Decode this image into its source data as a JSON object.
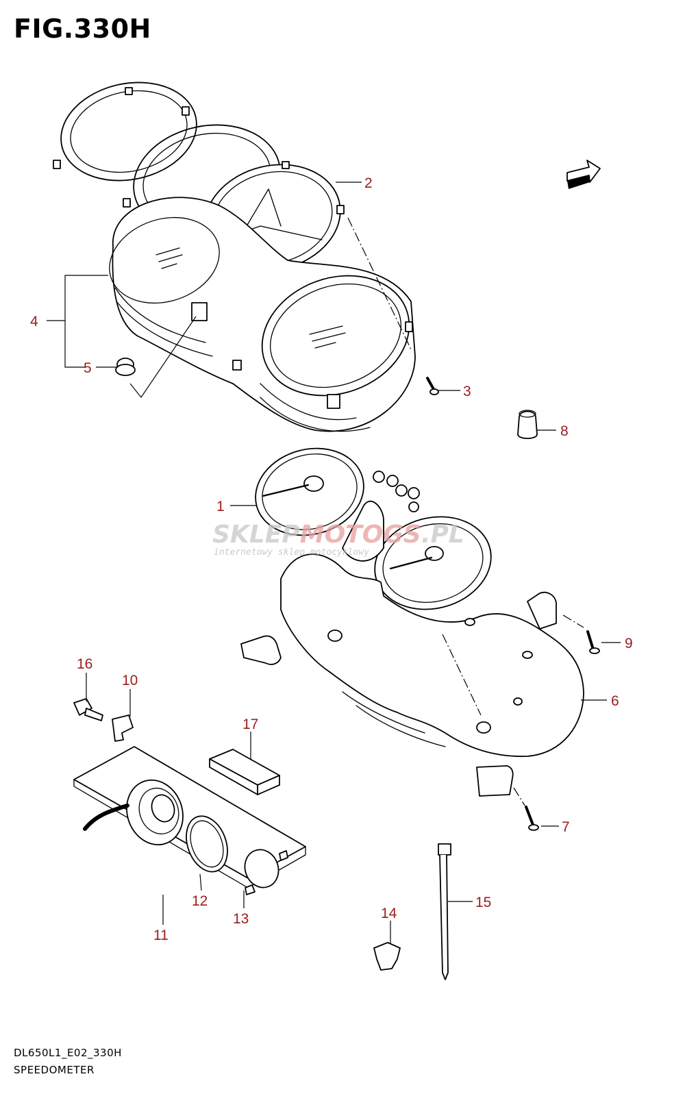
{
  "figure": {
    "title": "FIG.330H",
    "model_code": "DL650L1_E02_330H",
    "name": "SPEEDOMETER"
  },
  "watermark": {
    "text_a": "SKLEP",
    "text_b": "MOTO",
    "text_c": "GS",
    "text_d": ".PL",
    "subtitle": "internetowy sklep motocyklowy"
  },
  "callouts": [
    "1",
    "2",
    "3",
    "4",
    "5",
    "6",
    "7",
    "8",
    "9",
    "10",
    "11",
    "12",
    "13",
    "14",
    "15",
    "16",
    "17"
  ],
  "colors": {
    "callout": "#9b1c1c",
    "line": "#000000",
    "watermark": "#c8c8c8",
    "watermark_accent": "#e8a0a0"
  },
  "icons": {
    "direction_arrow": "front-direction-arrow-icon"
  }
}
